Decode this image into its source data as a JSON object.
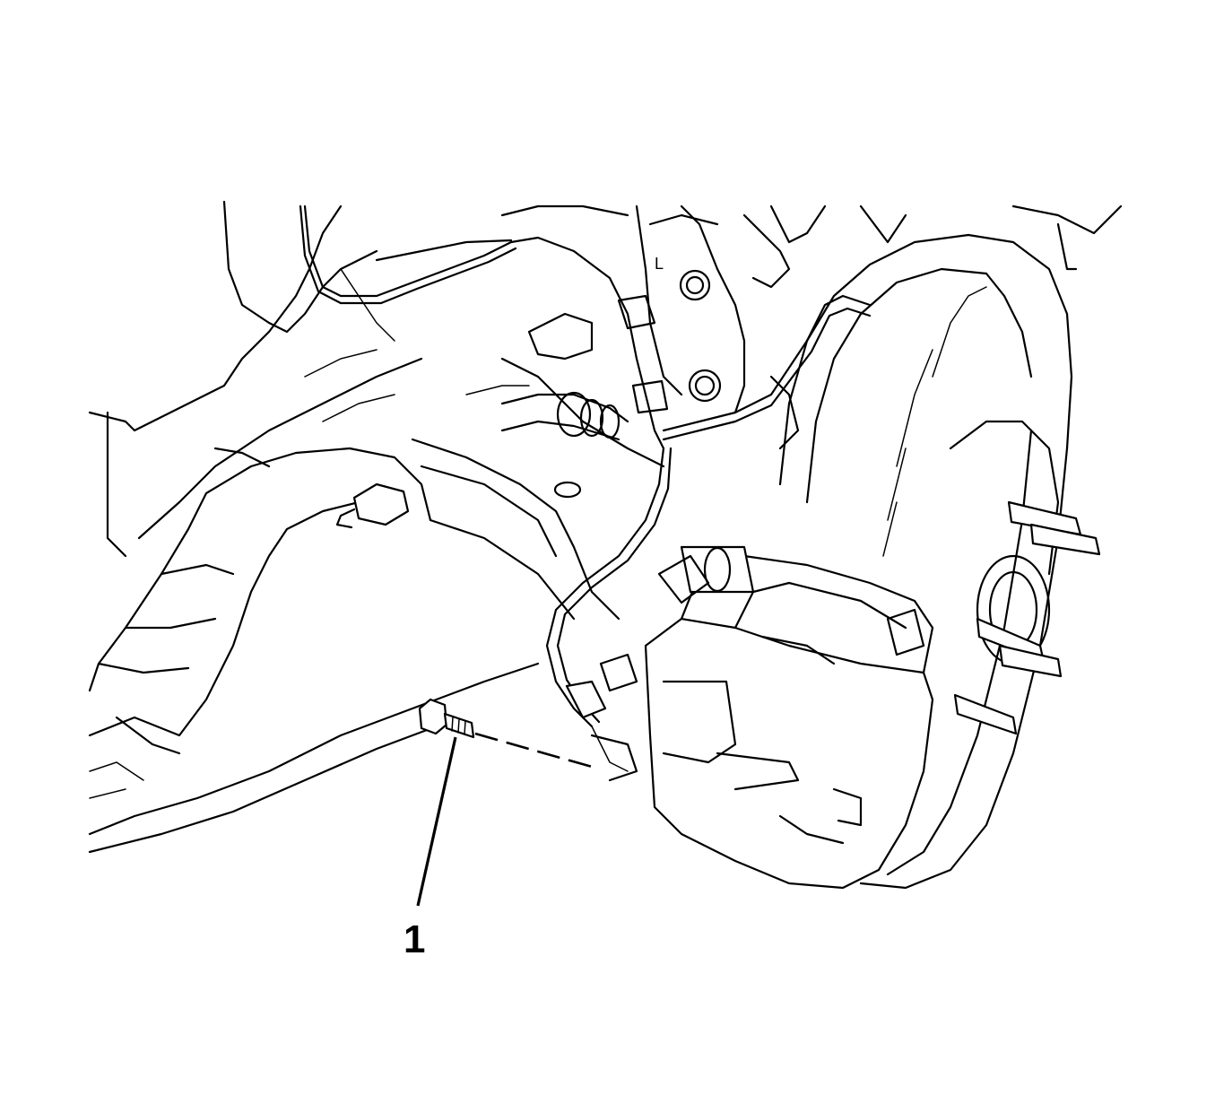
{
  "callouts": [
    {
      "label": "1",
      "target": "caliper-mounting-bolt"
    }
  ],
  "components": {
    "brake_rotor": "brake-rotor",
    "brake_caliper": "brake-caliper",
    "wheel_studs": "wheel-studs",
    "brake_hose": "brake-hose",
    "lower_control_arm": "lower-control-arm",
    "steering_knuckle": "steering-knuckle",
    "subframe": "subframe",
    "tie_rod": "tie-rod",
    "bolt": "caliper-mounting-bolt"
  },
  "marks": {
    "knuckle_letter": "L"
  }
}
